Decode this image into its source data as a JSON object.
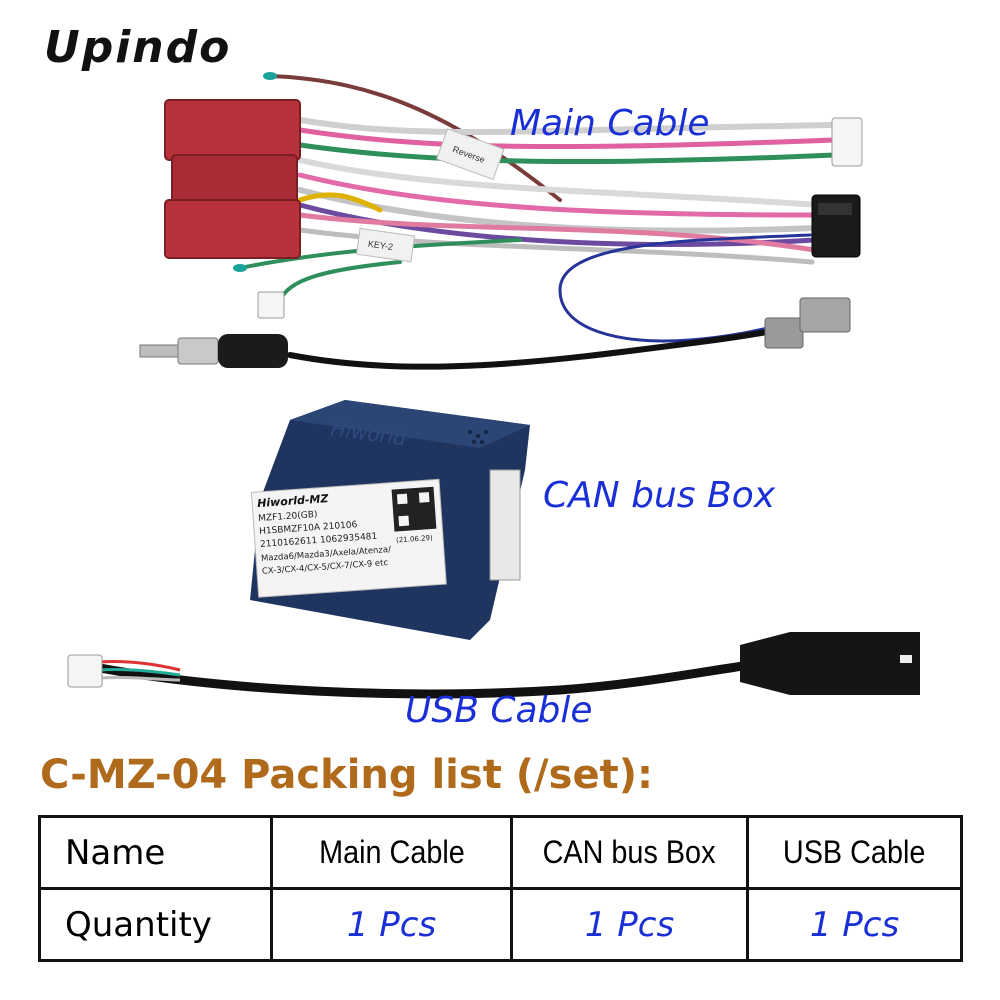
{
  "brand": {
    "name": "Upindo"
  },
  "products": {
    "main_cable": {
      "label": "Main Cable",
      "tag_reverse": "Reverse",
      "tag_key": "KEY-2"
    },
    "canbus_box": {
      "label": "CAN bus Box",
      "box_brand": "Hiworld",
      "sticker_lines": [
        "Hiworld-MZ",
        "MZF1.20(GB)",
        "H1SBMZF10A      210106",
        "2110162611 1062935481",
        "Mazda6/Mazda3/Axela/Atenza/",
        "CX-3/CX-4/CX-5/CX-7/CX-9 etc"
      ],
      "sticker_date": "(21.06.29)"
    },
    "usb_cable": {
      "label": "USB Cable"
    }
  },
  "packing": {
    "heading": "C-MZ-04 Packing list (/set):",
    "header_row": {
      "name": "Name",
      "cols": [
        "Main Cable",
        "CAN bus Box",
        "USB Cable"
      ]
    },
    "quantity_row": {
      "name": "Quantity",
      "cols": [
        "1 Pcs",
        "1 Pcs",
        "1 Pcs"
      ]
    }
  },
  "colors": {
    "accent_blue": "#1a2fd6",
    "heading_brown": "#b06a1c",
    "box_navy": "#1f3560",
    "connector_red": "#b8323c"
  }
}
